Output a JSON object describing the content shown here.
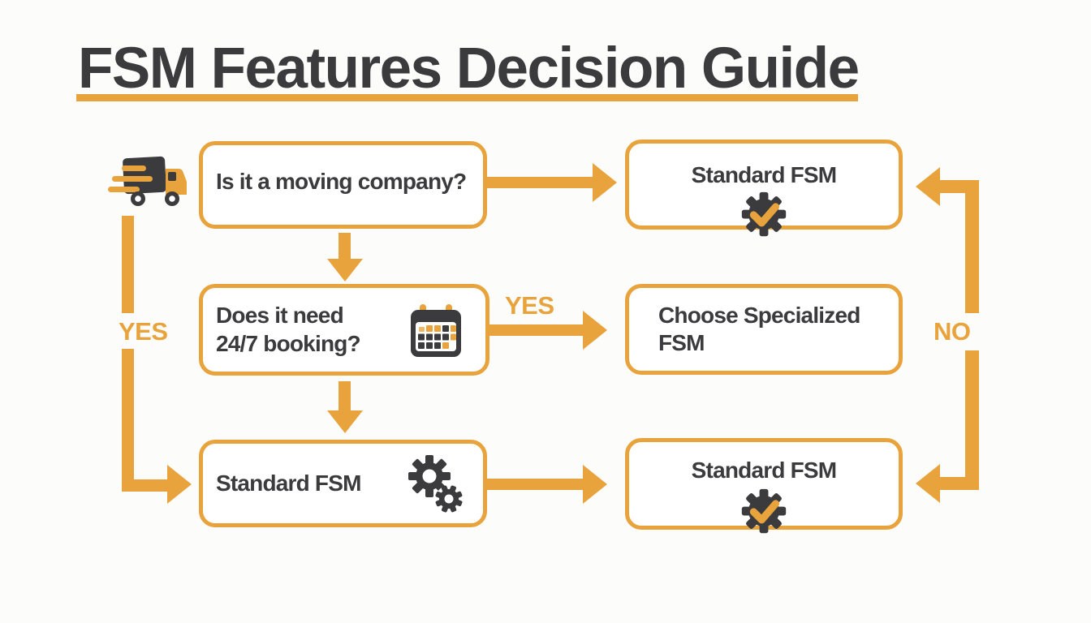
{
  "title": "FSM Features Decision Guide",
  "colors": {
    "accent_orange": "#E8A33C",
    "ink_dark": "#3B3B3D",
    "box_fill": "#FFFFFF",
    "background": "#FCFCFB"
  },
  "flowchart": {
    "nodes": [
      {
        "id": "q1",
        "label": "Is it a moving company?",
        "icon": "truck-icon"
      },
      {
        "id": "standard-top",
        "label": "Standard FSM",
        "icon": "gear-check-icon"
      },
      {
        "id": "q2",
        "label": "Does it need\n24/7 booking?",
        "icon": "calendar-icon"
      },
      {
        "id": "specialized",
        "label": "Choose Specialized\nFSM",
        "icon": null
      },
      {
        "id": "standard-left",
        "label": "Standard FSM",
        "icon": "gears-icon"
      },
      {
        "id": "standard-bottom",
        "label": "Standard FSM",
        "icon": "gear-check-icon"
      }
    ],
    "edge_labels": {
      "yes_left": "YES",
      "yes_middle": "YES",
      "no_right": "NO"
    }
  }
}
